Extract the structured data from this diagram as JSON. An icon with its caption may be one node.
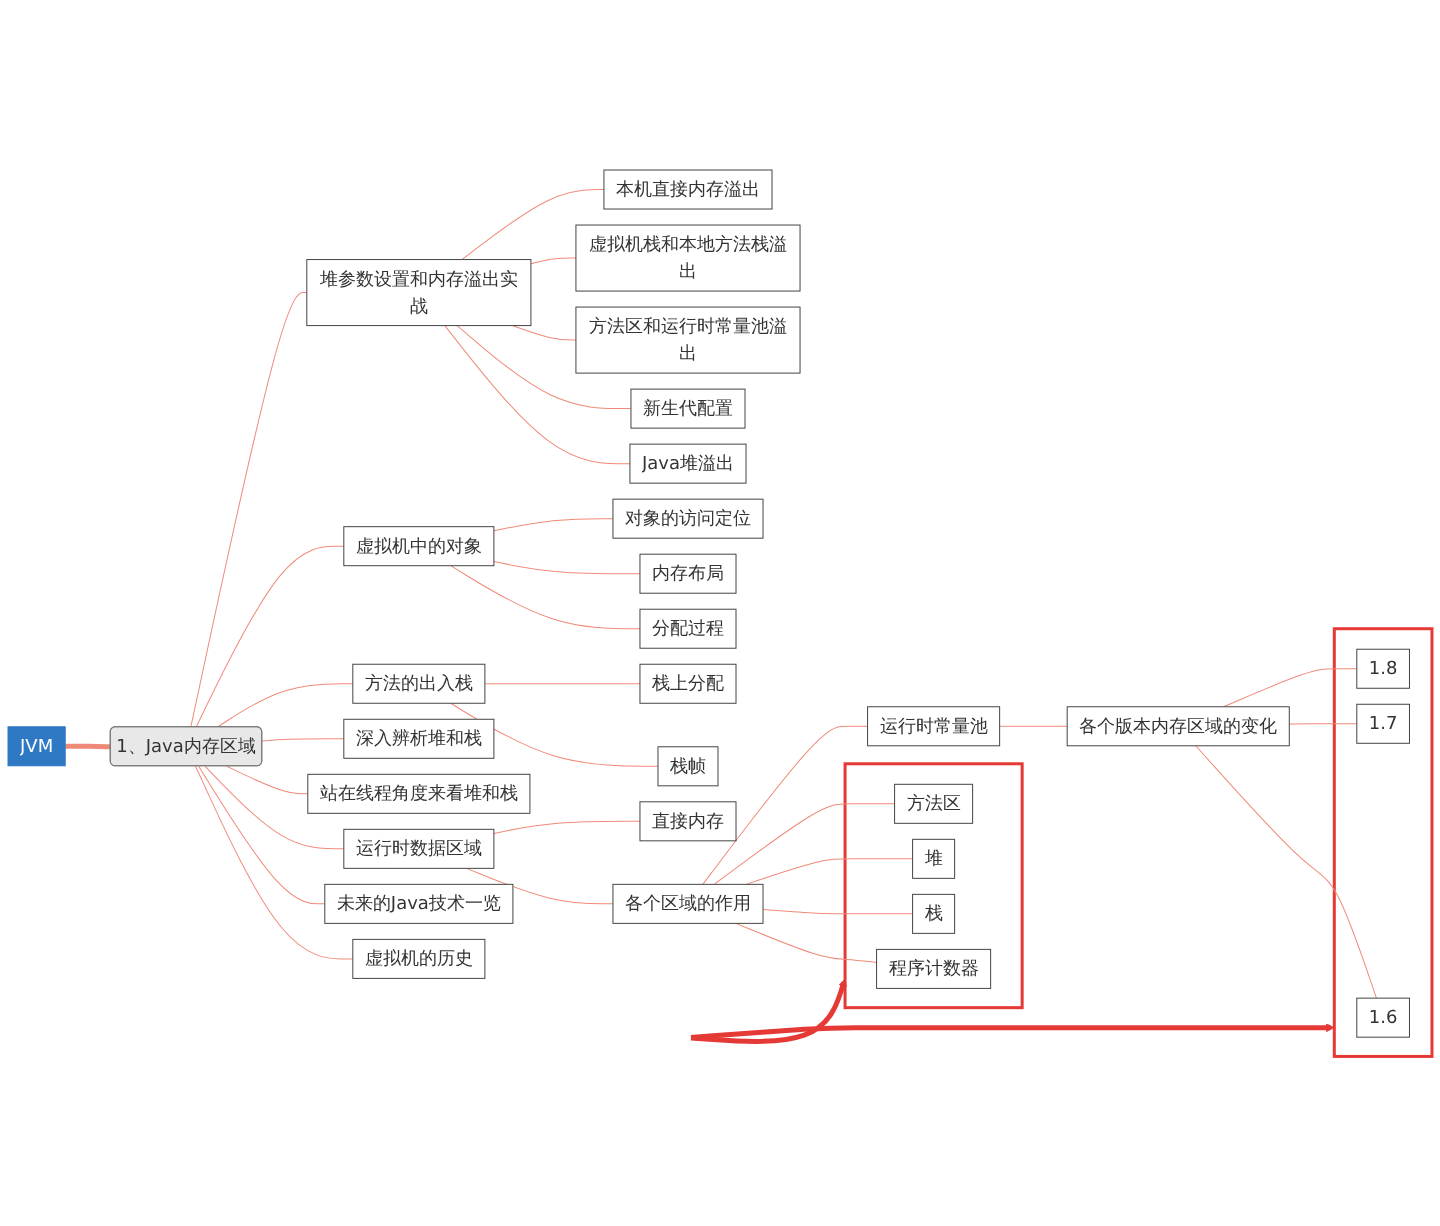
{
  "diagram": {
    "nodes": [
      {
        "text": [
          "JVM"
        ]
      },
      {
        "text": [
          "1、Java内存区域"
        ]
      },
      {
        "text": [
          "虚拟机的历史"
        ]
      },
      {
        "text": [
          "未来的Java技术一览"
        ]
      },
      {
        "text": [
          "运行时数据区域"
        ]
      },
      {
        "text": [
          "各个区域的作用"
        ]
      },
      {
        "text": [],
        "shape": "box"
      },
      {
        "text": [
          "程序计数器"
        ],
        "in": 6
      },
      {
        "text": [
          "栈"
        ],
        "in": 6
      },
      {
        "text": [
          "堆"
        ],
        "in": 6
      },
      {
        "text": [
          "方法区"
        ],
        "in": 6
      },
      {
        "text": [
          "运行时常量池"
        ]
      },
      {
        "text": [
          "各个版本内存区域的变化"
        ]
      },
      {
        "text": [],
        "shape": "box"
      },
      {
        "text": [
          "1.6"
        ],
        "in": 13
      },
      {
        "text": [
          "1.7"
        ],
        "in": 13
      },
      {
        "text": [
          "1.8"
        ],
        "in": 13
      },
      {
        "text": [
          "直接内存"
        ]
      },
      {
        "text": [
          "站在线程角度来看堆和栈"
        ]
      },
      {
        "text": [
          "深入辨析堆和栈"
        ]
      },
      {
        "text": [
          "方法的出入栈"
        ]
      },
      {
        "text": [
          "栈帧"
        ]
      },
      {
        "text": [
          "栈上分配"
        ]
      },
      {
        "text": [
          "虚拟机中的对象"
        ]
      },
      {
        "text": [
          "分配过程"
        ]
      },
      {
        "text": [
          "内存布局"
        ]
      },
      {
        "text": [
          "对象的访问定位"
        ]
      },
      {
        "text": [
          "堆参数设置和内存溢出实战"
        ]
      },
      {
        "text": [
          "Java堆溢出"
        ]
      },
      {
        "text": [
          "新生代配置"
        ]
      },
      {
        "text": [
          "方法区和运行时常量池溢出"
        ]
      },
      {
        "text": [
          "虚拟机栈和本地方法栈溢出"
        ]
      },
      {
        "text": [
          "本机直接内存溢出"
        ]
      }
    ],
    "edges": [
      {
        "from": 0,
        "to": 1,
        "arrow": "none",
        "style": "thick"
      },
      {
        "from": 1,
        "to": 2,
        "arrow": "none"
      },
      {
        "from": 1,
        "to": 3,
        "arrow": "none"
      },
      {
        "from": 1,
        "to": 4,
        "arrow": "none"
      },
      {
        "from": 4,
        "to": 5,
        "arrow": "none"
      },
      {
        "from": 5,
        "to": 7,
        "arrow": "none"
      },
      {
        "from": 5,
        "to": 8,
        "arrow": "none"
      },
      {
        "from": 5,
        "to": 9,
        "arrow": "none"
      },
      {
        "from": 5,
        "to": 10,
        "arrow": "none"
      },
      {
        "from": 5,
        "to": 11,
        "arrow": "none"
      },
      {
        "from": 11,
        "to": 12,
        "arrow": "none"
      },
      {
        "from": 12,
        "to": 14,
        "arrow": "none"
      },
      {
        "from": 12,
        "to": 15,
        "arrow": "none"
      },
      {
        "from": 12,
        "to": 16,
        "arrow": "none"
      },
      {
        "from": 4,
        "to": 17,
        "arrow": "none"
      },
      {
        "from": 1,
        "to": 18,
        "arrow": "none"
      },
      {
        "from": 1,
        "to": 19,
        "arrow": "none"
      },
      {
        "from": 1,
        "to": 20,
        "arrow": "none"
      },
      {
        "from": 20,
        "to": 21,
        "arrow": "none"
      },
      {
        "from": 20,
        "to": 22,
        "arrow": "none"
      },
      {
        "from": 1,
        "to": 23,
        "arrow": "none"
      },
      {
        "from": 23,
        "to": 24,
        "arrow": "none"
      },
      {
        "from": 23,
        "to": 25,
        "arrow": "none"
      },
      {
        "from": 23,
        "to": 26,
        "arrow": "none"
      },
      {
        "from": 1,
        "to": 27,
        "arrow": "none"
      },
      {
        "from": 27,
        "to": 28,
        "arrow": "none"
      },
      {
        "from": 27,
        "to": 29,
        "arrow": "none"
      },
      {
        "from": 27,
        "to": 30,
        "arrow": "none"
      },
      {
        "from": 27,
        "to": 31,
        "arrow": "none"
      },
      {
        "from": 27,
        "to": 32,
        "arrow": "none"
      },
      {
        "from": null,
        "to": 6,
        "arrow": "to",
        "style": "thick",
        "color": "#e53935"
      },
      {
        "from": null,
        "to": 13,
        "arrow": "to",
        "style": "thick",
        "color": "#e53935"
      }
    ]
  }
}
